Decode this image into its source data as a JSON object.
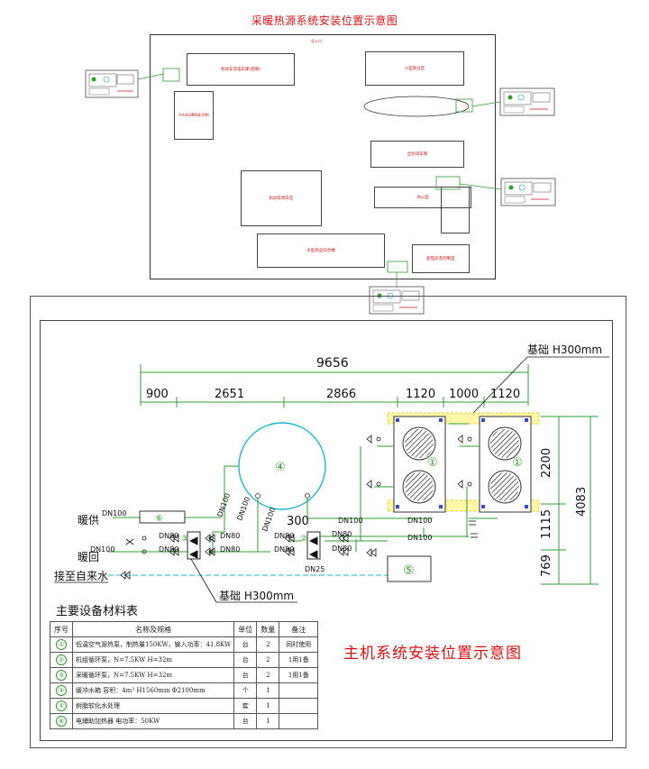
{
  "top": {
    "title": "采暖热源系统安装位置示意图",
    "frame_tag": "总入口",
    "rooms": [
      "机动车充电车库(后期)",
      "小型商业区",
      "冷冻站位置预留(后期)",
      "全封闭车库",
      "机动车停车区",
      "办公室",
      "大型商业综合楼",
      "配电房及控制室"
    ]
  },
  "dims": {
    "total": "9656",
    "segments": [
      "900",
      "2651",
      "2866",
      "1120",
      "1000",
      "1120"
    ],
    "right_dims": [
      "2200",
      "1115",
      "769"
    ],
    "right_total": "4083",
    "mid": "300",
    "foundation_top": "基础 H300mm",
    "foundation_bottom": "基础 H300mm"
  },
  "pipes": {
    "dn100": "DN100",
    "dn80": "DN80",
    "dn25": "DN25",
    "supply": "暖供",
    "return": "暖回",
    "water": "接至自来水"
  },
  "markers": [
    "①",
    "②",
    "③",
    "④",
    "⑤",
    "⑥"
  ],
  "table": {
    "title": "主要设备材料表",
    "headers": [
      "序号",
      "名称及规格",
      "单位",
      "数量",
      "备注"
    ],
    "rows": [
      {
        "no": "①",
        "name": "低温空气源热泵，制热量150KW，输入功率：41.8KW",
        "unit": "台",
        "qty": "2",
        "note": "同时使用"
      },
      {
        "no": "②",
        "name": "机组循环泵，N=7.5KW H=32m",
        "unit": "台",
        "qty": "2",
        "note": "1用1备"
      },
      {
        "no": "③",
        "name": "采暖循环泵，N=7.5KW H=32m",
        "unit": "台",
        "qty": "2",
        "note": "1用1备"
      },
      {
        "no": "④",
        "name": "缓冲水箱 容积：4m³  H1560mm Φ2100mm",
        "unit": "个",
        "qty": "1",
        "note": ""
      },
      {
        "no": "⑤",
        "name": "树脂软化水处理",
        "unit": "套",
        "qty": "1",
        "note": ""
      },
      {
        "no": "⑥",
        "name": "电辅助加热器 电功率：50KW",
        "unit": "台",
        "qty": "1",
        "note": ""
      }
    ]
  },
  "main_title": "主机系统安装位置示意图"
}
